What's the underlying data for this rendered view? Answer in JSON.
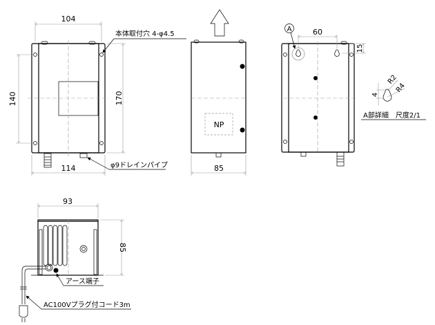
{
  "dimensions": {
    "front_width_inner": "104",
    "front_height_holes": "140",
    "front_height_total": "170",
    "front_width_outer": "114",
    "side_depth": "85",
    "rear_hole_spacing": "60",
    "rear_hole_offset": "15",
    "bottom_width": "93",
    "bottom_height": "85",
    "detail_height": "4",
    "detail_r_small": "R2",
    "detail_r_large": "R4"
  },
  "annotations": {
    "mounting_holes": "本体取付穴 4-φ4.5",
    "drain_pipe": "φ9ドレインパイプ",
    "nameplate": "NP",
    "detail_marker": "A",
    "detail_title": "A部詳細　尺度2/1",
    "earth_terminal": "アース端子",
    "power_cord": "AC100Vプラグ付コード3m"
  }
}
